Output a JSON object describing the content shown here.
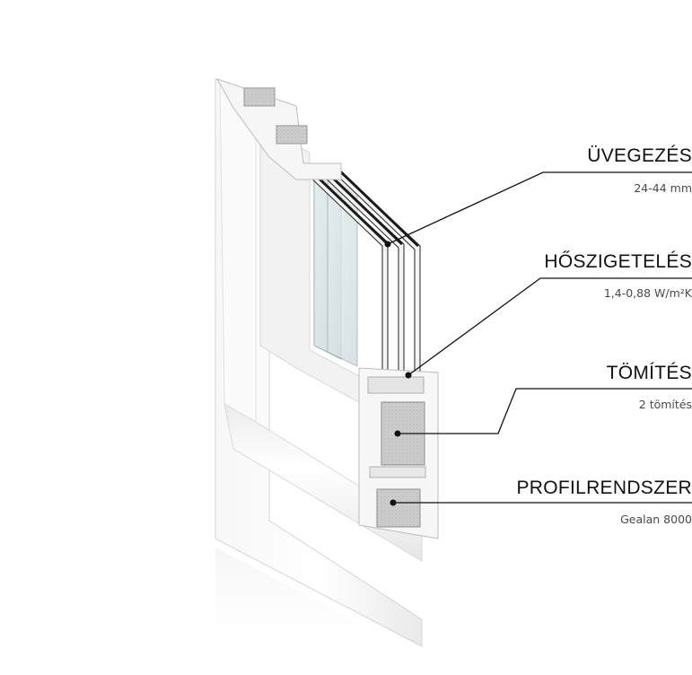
{
  "callouts": [
    {
      "title": "ÜVEGEZÉS",
      "subtitle": "24-44 mm"
    },
    {
      "title": "HŐSZIGETELÉS",
      "subtitle": "1,4-0,88 W/m²K"
    },
    {
      "title": "TÖMÍTÉS",
      "subtitle": "2 tömítés"
    },
    {
      "title": "PROFILRENDSZER",
      "subtitle": "Gealan 8000"
    }
  ],
  "colors": {
    "leader_line": "#111111",
    "title_text": "#111111",
    "subtitle_text": "#4a4a4a",
    "frame_white": "#f4f4f4",
    "glass_tint": "#dfe9ea"
  }
}
